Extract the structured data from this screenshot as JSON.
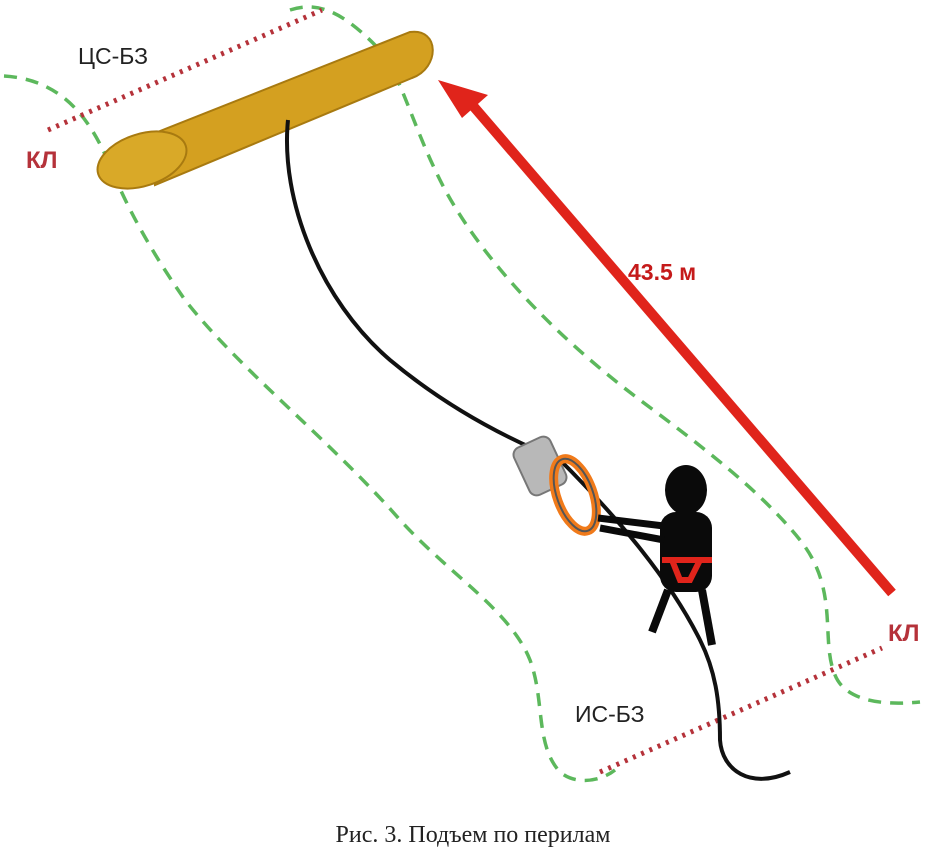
{
  "labels": {
    "top_zone": "ЦС-БЗ",
    "top_line": "КЛ",
    "bottom_zone": "ИС-БЗ",
    "bottom_line": "КЛ",
    "distance": "43.5 м"
  },
  "caption": "Рис. 3. Подъем по перилам",
  "colors": {
    "dashed_boundary": "#5cb85c",
    "control_line": "#b5323a",
    "arrow": "#e0241b",
    "log": "#d4a020",
    "log_outline": "#a87a10",
    "rope": "#111111",
    "climber": "#0a0a0a",
    "harness": "#e0241b",
    "carabiner": "#f07a1a",
    "device": "#b8b8b8"
  }
}
